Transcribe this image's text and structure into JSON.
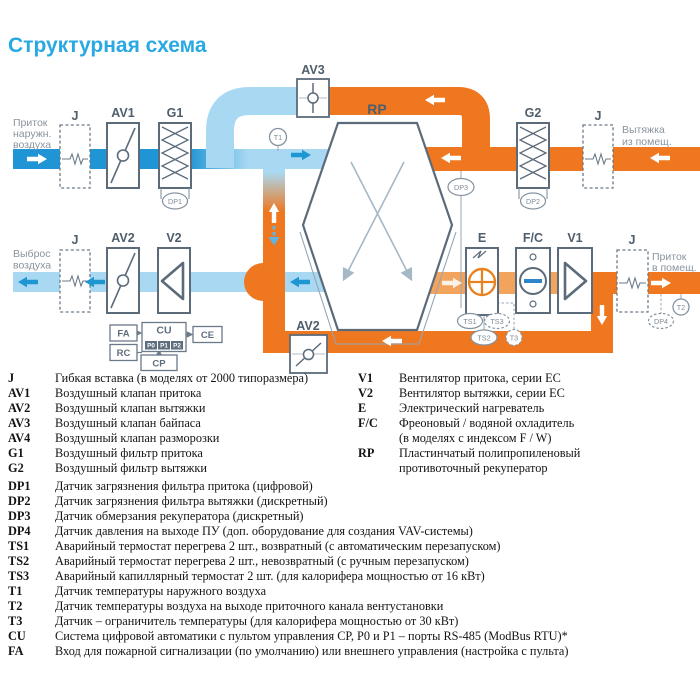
{
  "title": "Структурная схема",
  "colors": {
    "accent_blue": "#29A9E2",
    "duct_blue": "#2095D5",
    "duct_light_blue": "#A9D9F2",
    "duct_orange": "#EE7720",
    "duct_light_orange": "#F3A45C",
    "outline_gray": "#5C6B7A"
  },
  "diagram": {
    "flow_labels": {
      "intake": [
        "Приток",
        "наружн.",
        "воздуха"
      ],
      "discharge": [
        "Выброс",
        "воздуха"
      ],
      "extract": [
        "Вытяжка",
        "из помещ."
      ],
      "supply": [
        "Приток",
        "в помещ."
      ]
    },
    "components": {
      "j": "J",
      "av1": "AV1",
      "av2": "AV2",
      "av3": "AV3",
      "av2b": "AV2",
      "g1": "G1",
      "g2": "G2",
      "rp": "RP",
      "v1": "V1",
      "v2": "V2",
      "e": "E",
      "fc": "F/C"
    },
    "sensors": {
      "t1": "T1",
      "t2": "T2",
      "t3": "T3",
      "dp1": "DP1",
      "dp2": "DP2",
      "dp3": "DP3",
      "dp4": "DP4",
      "ts1": "TS1",
      "ts2": "TS2",
      "ts3": "TS3"
    },
    "control": {
      "cu": "CU",
      "fa": "FA",
      "rc": "RC",
      "ce": "CE",
      "cp": "CP",
      "p0": "P0",
      "p1": "P1",
      "p2": "P2"
    }
  },
  "legend": {
    "col1": [
      {
        "key": "J",
        "text": "Гибкая вставка (в моделях от 2000 типоразмера)"
      },
      {
        "key": "AV1",
        "text": "Воздушный клапан притока"
      },
      {
        "key": "AV2",
        "text": "Воздушный клапан вытяжки"
      },
      {
        "key": "AV3",
        "text": "Воздушный клапан байпаса"
      },
      {
        "key": "AV4",
        "text": "Воздушный клапан разморозки"
      },
      {
        "key": "G1",
        "text": "Воздушный фильтр притока"
      },
      {
        "key": "G2",
        "text": "Воздушный фильтр вытяжки"
      }
    ],
    "col2": [
      {
        "key": "V1",
        "l1": "Вентилятор притока, серии EC",
        "l2": ""
      },
      {
        "key": "V2",
        "l1": "Вентилятор вытяжки, серии EC",
        "l2": ""
      },
      {
        "key": "E",
        "l1": "Электрический нагреватель",
        "l2": ""
      },
      {
        "key": "F/C",
        "l1": "Фреоновый / водяной охладитель",
        "l2": "(в моделях с индексом F / W)"
      },
      {
        "key": "RP",
        "l1": "Пластинчатый полипропиленовый",
        "l2": "противоточный рекуператор"
      }
    ],
    "rows": [
      {
        "key": "DP1",
        "text": "Датчик загрязнения фильтра притока (цифровой)"
      },
      {
        "key": "DP2",
        "text": "Датчик загрязнения фильтра вытяжки (дискретный)"
      },
      {
        "key": "DP3",
        "text": "Датчик обмерзания рекуператора (дискретный)"
      },
      {
        "key": "DP4",
        "text": "Датчик давления на выходе ПУ (доп. оборудование для создания VAV-системы)"
      },
      {
        "key": "TS1",
        "text": "Аварийный термостат перегрева 2 шт., возвратный (с автоматическим перезапуском)"
      },
      {
        "key": "TS2",
        "text": "Аварийный термостат перегрева 2 шт., невозвратный (с ручным перезапуском)"
      },
      {
        "key": "TS3",
        "text": "Аварийный капиллярный термостат 2 шт. (для калорифера мощностью от 16 кВт)"
      },
      {
        "key": "T1",
        "text": "Датчик температуры наружного воздуха"
      },
      {
        "key": "T2",
        "text": "Датчик температуры воздуха на выходе приточного канала вентустановки"
      },
      {
        "key": "T3",
        "text": "Датчик – ограничитель температуры (для калорифера мощностью от 30 кВт)"
      },
      {
        "key": "CU",
        "text": "Система цифровой автоматики с пультом управления CP, P0 и P1 – порты RS-485 (ModBus RTU)*"
      },
      {
        "key": "FA",
        "text": "Вход для пожарной сигнализации (по умолчанию) или внешнего управления (настройка с пульта)"
      }
    ]
  }
}
